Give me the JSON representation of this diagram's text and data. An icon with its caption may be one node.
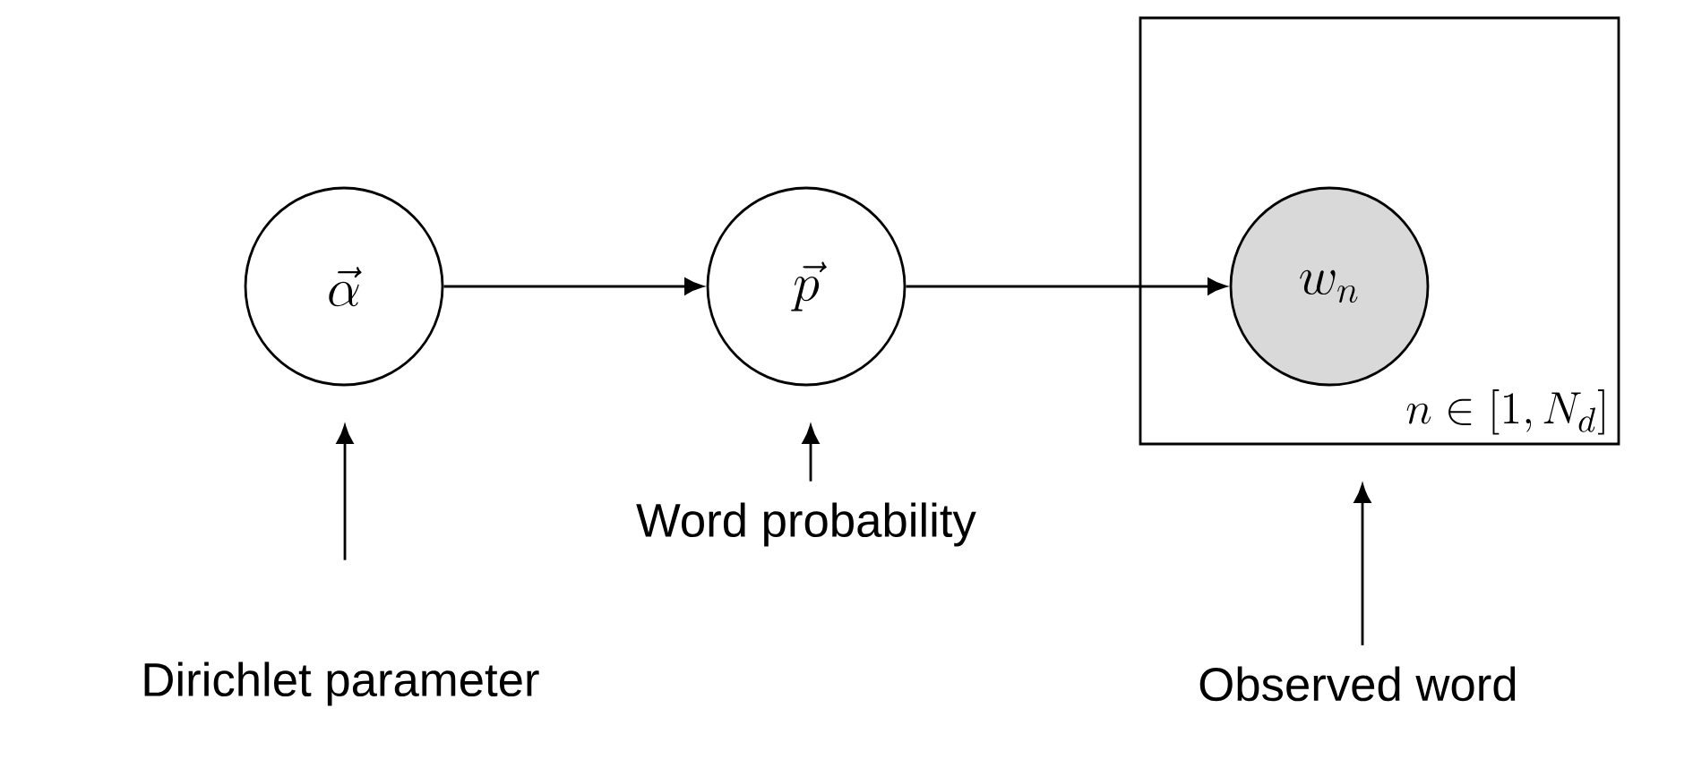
{
  "diagram": {
    "nodes": [
      {
        "text": [
          "\\vec{\\alpha}"
        ]
      },
      {
        "text": [
          "\\vec{p}"
        ]
      },
      {
        "text": [
          "n \\in [1, N_d]"
        ]
      },
      {
        "text": [
          "w_n"
        ],
        "in": 2
      },
      {
        "text": [
          "Dirichlet parameter"
        ]
      },
      {
        "text": [
          "Word probability"
        ]
      },
      {
        "text": [
          "Observed word"
        ]
      }
    ],
    "edges": [
      {
        "from": 0,
        "to": 1,
        "arrow": "to"
      },
      {
        "from": 1,
        "to": 3,
        "arrow": "to"
      },
      {
        "from": 4,
        "to": 0,
        "arrow": "to"
      },
      {
        "from": 5,
        "to": 1,
        "arrow": "to"
      },
      {
        "from": 6,
        "to": 2,
        "arrow": "to"
      }
    ]
  }
}
